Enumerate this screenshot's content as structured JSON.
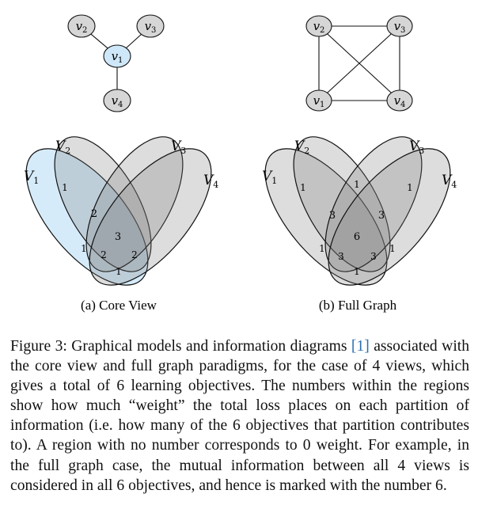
{
  "figure": {
    "left_panel": {
      "nodes": [
        {
          "letter": "v",
          "sub": "1"
        },
        {
          "letter": "v",
          "sub": "2"
        },
        {
          "letter": "v",
          "sub": "3"
        },
        {
          "letter": "v",
          "sub": "4"
        }
      ],
      "sets": [
        {
          "letter": "V",
          "sub": "1"
        },
        {
          "letter": "V",
          "sub": "2"
        },
        {
          "letter": "V",
          "sub": "3"
        },
        {
          "letter": "V",
          "sub": "4"
        }
      ],
      "region_numbers": [
        "1",
        "2",
        "3",
        "1",
        "2",
        "2",
        "1"
      ],
      "subcaption": "(a) Core View",
      "colors": {
        "core_fill": "#cfe8f9",
        "gray_fill": "#d6d6d6"
      }
    },
    "right_panel": {
      "nodes": [
        {
          "letter": "v",
          "sub": "2"
        },
        {
          "letter": "v",
          "sub": "3"
        },
        {
          "letter": "v",
          "sub": "1"
        },
        {
          "letter": "v",
          "sub": "4"
        }
      ],
      "sets": [
        {
          "letter": "V",
          "sub": "1"
        },
        {
          "letter": "V",
          "sub": "2"
        },
        {
          "letter": "V",
          "sub": "3"
        },
        {
          "letter": "V",
          "sub": "4"
        }
      ],
      "region_numbers": [
        "1",
        "1",
        "1",
        "3",
        "3",
        "6",
        "1",
        "3",
        "3",
        "1",
        "1"
      ],
      "subcaption": "(b) Full Graph",
      "colors": {
        "gray_fill": "#d6d6d6"
      }
    }
  },
  "caption": {
    "label": "Figure 3:",
    "text_before_cite": " Graphical models and information diagrams ",
    "cite": "[1]",
    "text_after_cite": " associated with the core view and full graph paradigms, for the case of 4 views, which gives a total of 6 learning objectives. The numbers within the regions show how much “weight” the total loss places on each partition of information (i.e. how many of the 6 objectives that partition contributes to). A region with no number corresponds to 0 weight. For example, in the full graph case, the mutual information between all 4 views is considered in all 6 objectives, and hence is marked with the number 6."
  }
}
